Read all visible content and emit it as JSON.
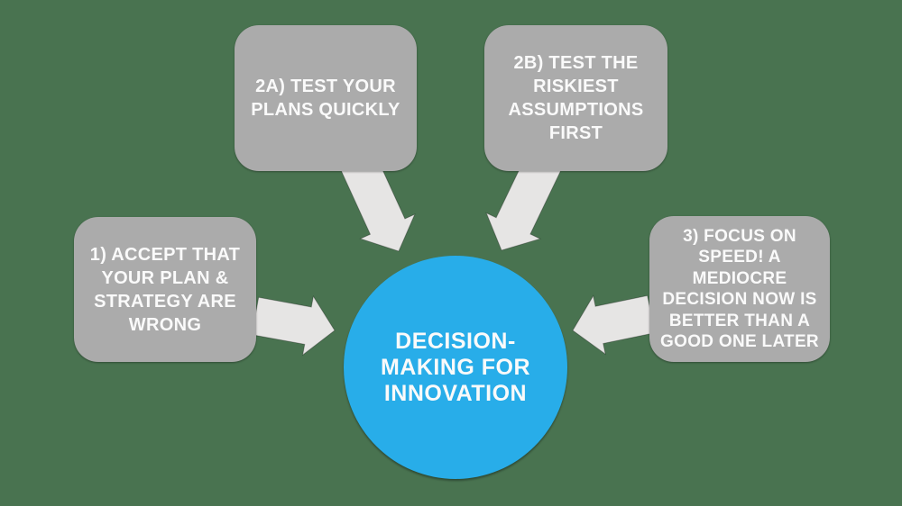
{
  "colors": {
    "bg": "#497350",
    "box": "#ABABAB",
    "arrow": "#E6E5E4",
    "circle": "#28ADE9",
    "text": "#FAFAFA"
  },
  "diagram": {
    "boxes": [
      {
        "id": "accept-plan-wrong",
        "label": "1) ACCEPT THAT\nYOUR PLAN &\nSTRATEGY ARE\nWRONG"
      },
      {
        "id": "test-plans-quickly",
        "label": "2A) TEST YOUR\nPLANS QUICKLY"
      },
      {
        "id": "test-riskiest-assumptions",
        "label": "2B) TEST THE\nRISKIEST\nASSUMPTIONS\nFIRST"
      },
      {
        "id": "focus-on-speed",
        "label": "3) FOCUS ON\nSPEED! A\nMEDIOCRE\nDECISION NOW IS\nBETTER THAN A\nGOOD ONE LATER"
      }
    ],
    "center": {
      "label": "DECISION-\nMAKING FOR\nINNOVATION"
    }
  }
}
